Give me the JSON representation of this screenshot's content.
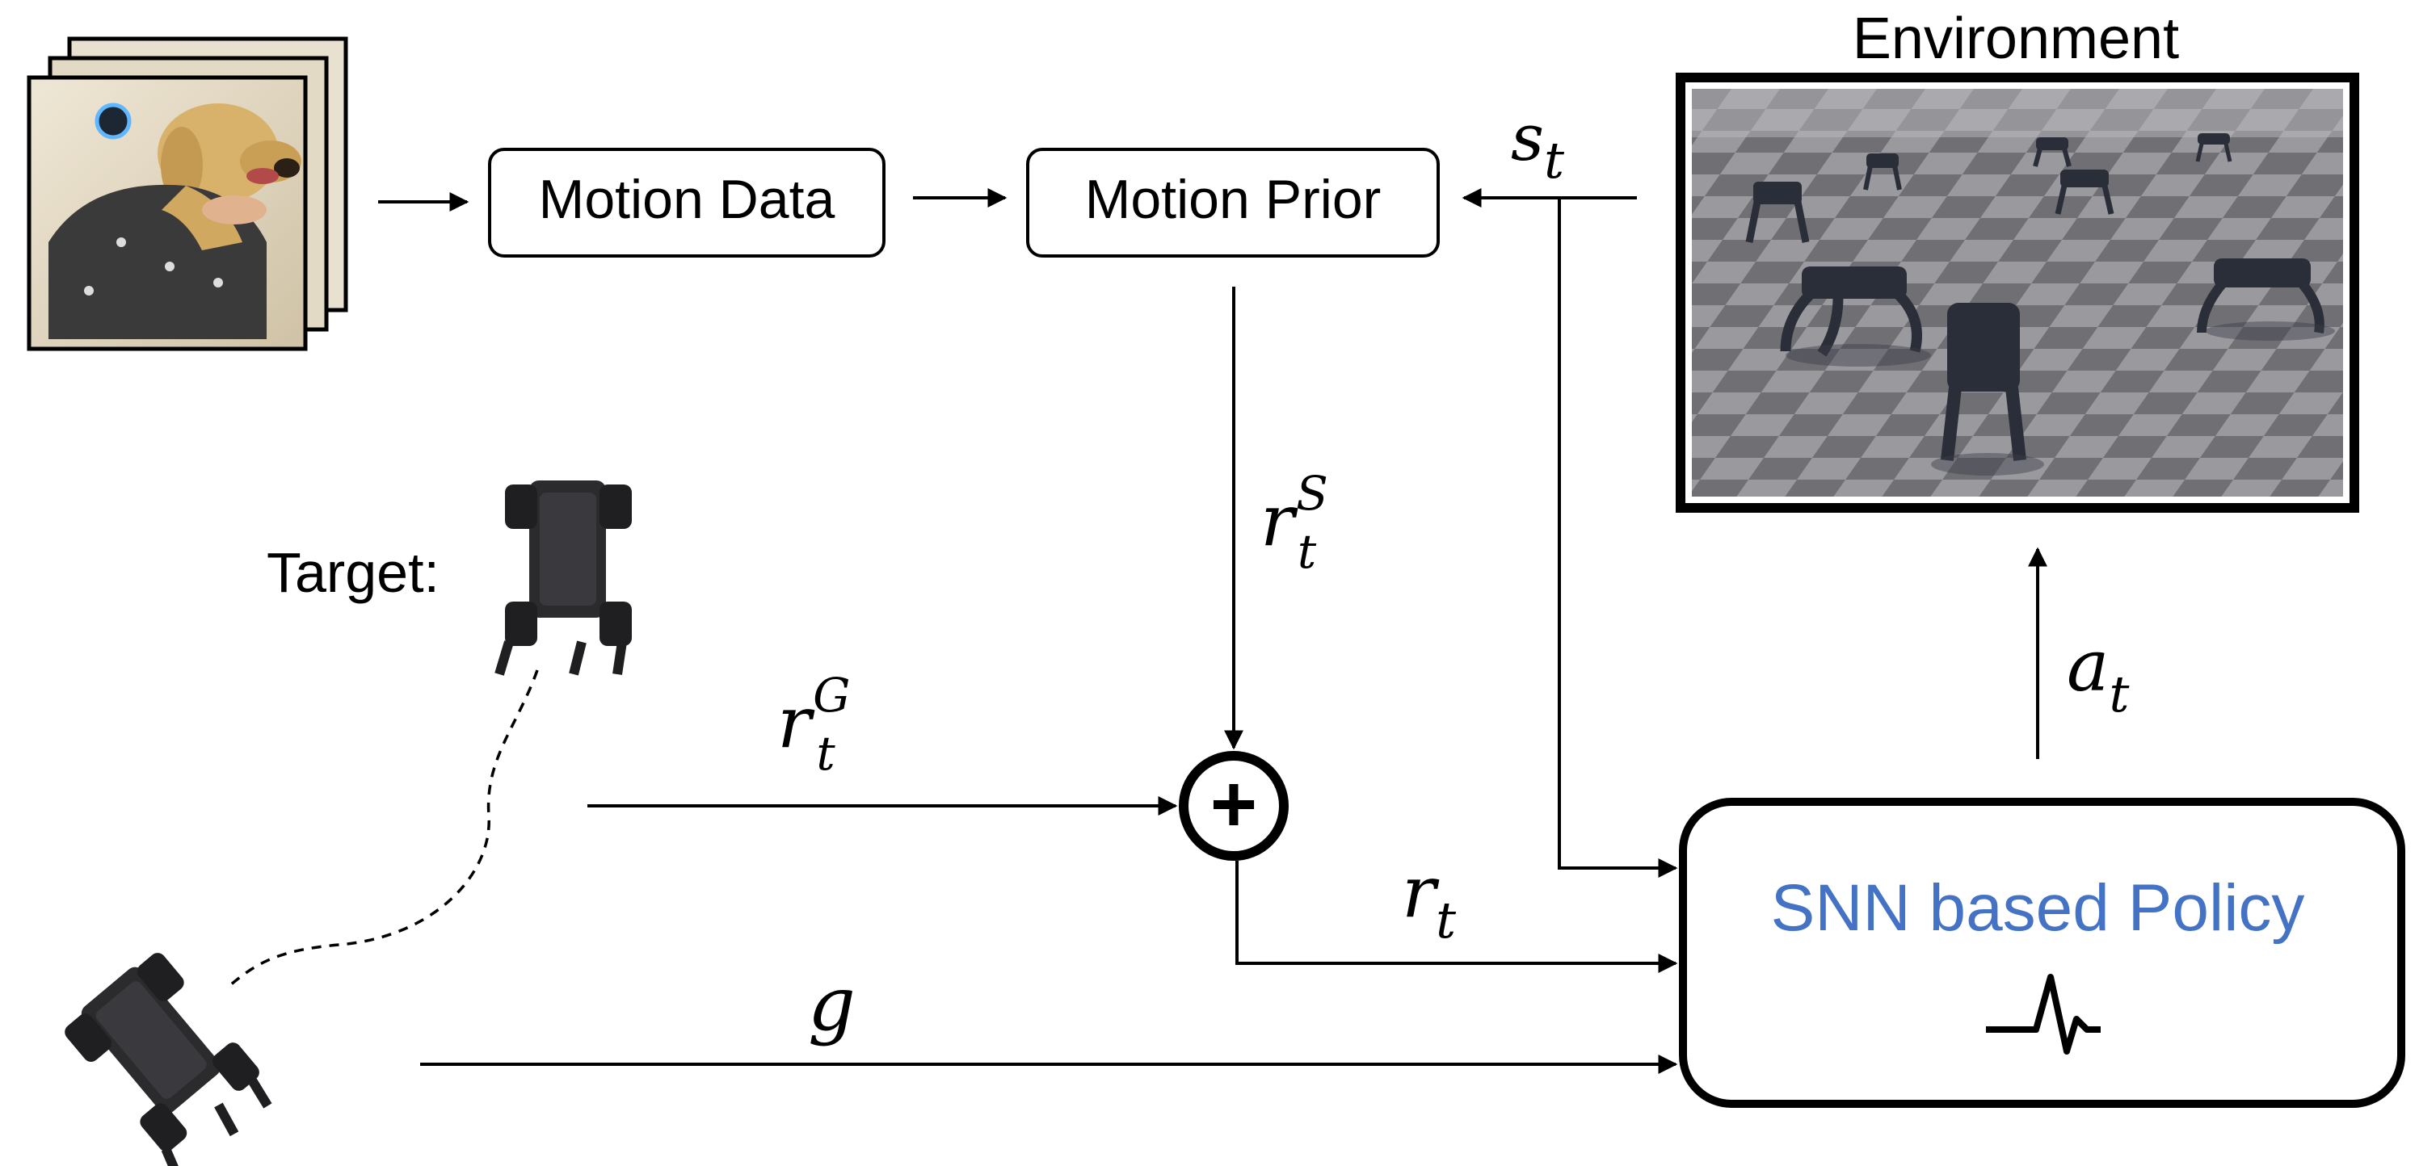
{
  "labels": {
    "motion_data": "Motion Data",
    "motion_prior": "Motion Prior",
    "environment": "Environment",
    "target": "Target:",
    "policy": "SNN based Policy"
  },
  "symbols": {
    "s_t": {
      "base": "s",
      "sub": "t"
    },
    "r_t_S": {
      "base": "r",
      "sub": "t",
      "sup": "S"
    },
    "r_t_G": {
      "base": "r",
      "sub": "t",
      "sup": "G"
    },
    "r_t": {
      "base": "r",
      "sub": "t"
    },
    "a_t": {
      "base": "a",
      "sub": "t"
    },
    "g": {
      "base": "g"
    },
    "plus": "+"
  },
  "icons": {
    "dog_mocap": "dog-motion-capture-image-stack",
    "simulation": "quadruped-simulation-environment-image",
    "robot_target": "quadruped-robot-target-icon",
    "robot_start": "quadruped-robot-start-icon",
    "spike": "spike-waveform-icon",
    "sum": "sum-circle-icon"
  },
  "colors": {
    "line": "#000000",
    "policy_text": "#4472c4",
    "env_floor_light": "#9a9a9e",
    "env_floor_dark": "#6f6f74",
    "robot": "#2a2e38"
  }
}
